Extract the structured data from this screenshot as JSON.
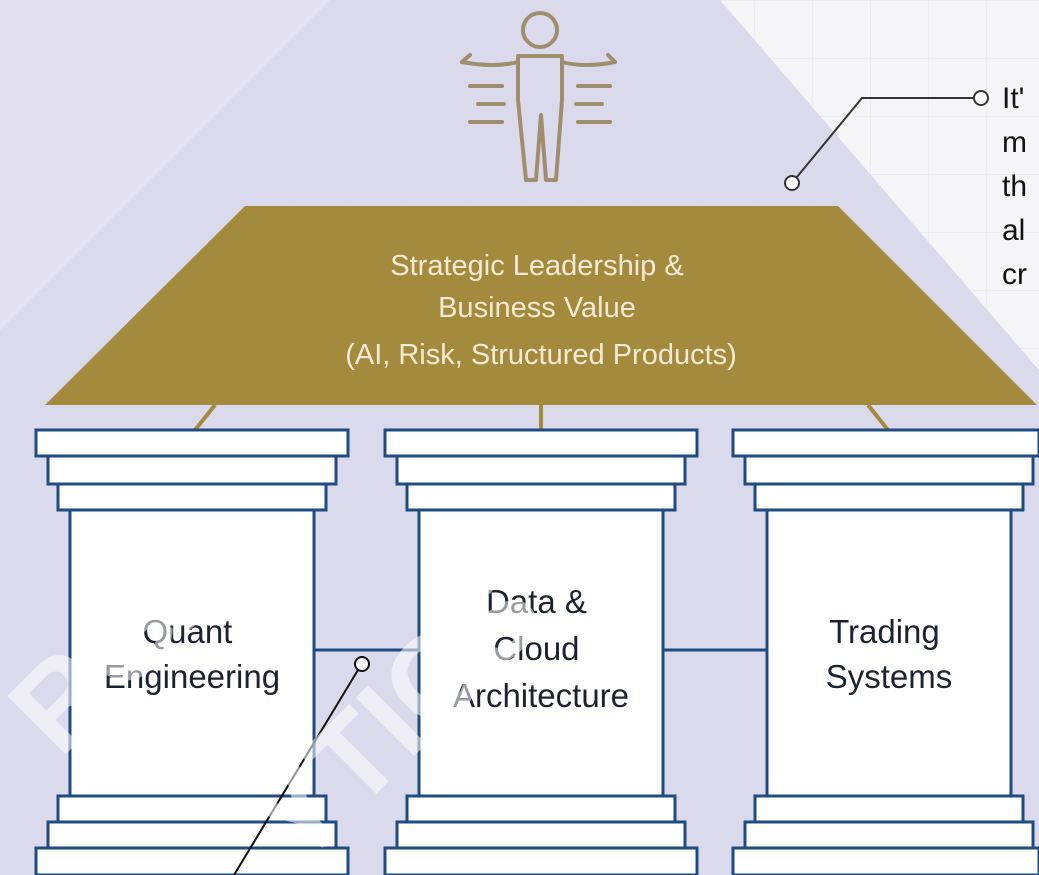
{
  "roof": {
    "lines": [
      "Strategic Leadership &",
      "Business Value",
      "(AI, Risk, Structured Products)"
    ]
  },
  "pillars": [
    {
      "lines": [
        "Quant",
        "Engineering"
      ]
    },
    {
      "lines": [
        "Data &",
        "Cloud",
        "Architecture"
      ]
    },
    {
      "lines": [
        "Trading",
        "Systems"
      ]
    }
  ],
  "callout": {
    "lines": [
      "It'",
      "m",
      "th",
      "al",
      "cr"
    ]
  },
  "watermark": {
    "line1": "RGA",
    "line2": "YTICS"
  },
  "icons": {
    "top": "leader-person-icon"
  },
  "colors": {
    "roof": "#a48a3c",
    "pillar_stroke": "#1f4c80",
    "pillar_fill": "#ffffff",
    "diagonal_band": "#d6d4ea",
    "connector": "#333333"
  }
}
